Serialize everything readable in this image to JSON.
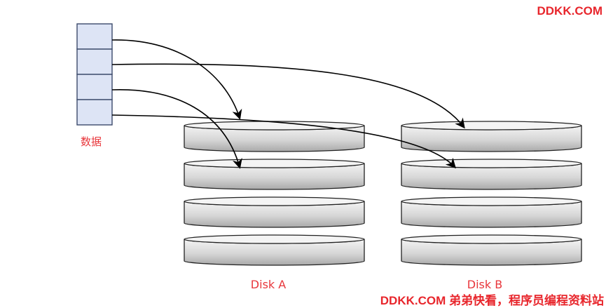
{
  "watermark_top": "DDKK.COM",
  "watermark_bottom": "DDKK.COM 弟弟快看，程序员编程资料站",
  "data_block": {
    "label": "数据",
    "cell_count": 4
  },
  "disks": [
    {
      "label": "Disk A",
      "platter_count": 4
    },
    {
      "label": "Disk B",
      "platter_count": 4
    }
  ],
  "mappings": [
    {
      "cell": 1,
      "disk": "Disk A",
      "platter": 1
    },
    {
      "cell": 2,
      "disk": "Disk B",
      "platter": 1
    },
    {
      "cell": 3,
      "disk": "Disk A",
      "platter": 2
    },
    {
      "cell": 4,
      "disk": "Disk B",
      "platter": 2
    }
  ],
  "colors": {
    "cell_fill": "#dde4f5",
    "cell_stroke": "#3c4a6b",
    "platter_light": "#f4f4f4",
    "platter_dark": "#a9a9a9",
    "platter_stroke": "#222222",
    "label_red": "#e8363b",
    "watermark_red": "#e8262c",
    "arrow": "#000000"
  }
}
